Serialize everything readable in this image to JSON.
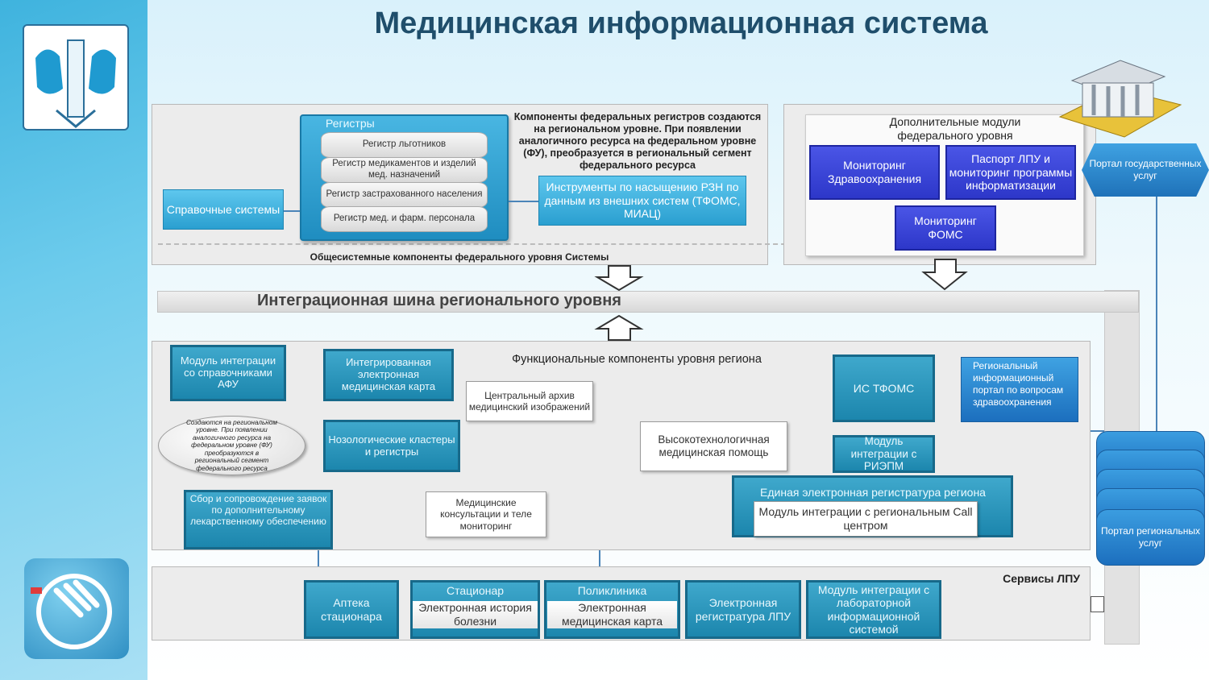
{
  "title": "Медицинская информационная система",
  "federal": {
    "registers_label": "Регистры",
    "registers": [
      "Регистр льготников",
      "Регистр медикаментов и изделий мед. назначений",
      "Регистр застрахованного населения",
      "Регистр мед. и фарм. персонала"
    ],
    "reference_systems": "Справочные системы",
    "note": "Компоненты федеральных регистров создаются на региональном уровне. При появлении аналогичного ресурса на федеральном уровне (ФУ), преобразуется в региональный сегмент федерального ресурса",
    "tools": "Инструменты по насыщению РЗН по данным из внешних систем (ТФОМС, МИАЦ)",
    "footer": "Общесистемные компоненты федерального уровня Системы"
  },
  "additional": {
    "title": "Дополнительные модули федерального уровня",
    "monitoring_health": "Мониторинг Здравоохранения",
    "passport": "Паспорт ЛПУ и мониторинг программы информатизации",
    "monitoring_foms": "Мониторинг ФОМС"
  },
  "portal_state": "Портал государственных услуг",
  "portal_regional": "Портал региональных услуг",
  "bus": "Интеграционная шина регионального уровня",
  "regional": {
    "title": "Функциональные компоненты уровня региона",
    "afu_module": "Модуль интеграции со справочниками АФУ",
    "emk": "Интегрированная электронная медицинская карта",
    "archive": "Центральный архив медицинский изображений",
    "note": "Создаются на региональном уровне. При появлении аналогичного ресурса на федеральном уровне (ФУ) преобразуются в региональный сегмент федерального ресурса",
    "nozo": "Нозологические кластеры и регистры",
    "high_tech": "Высокотехнологичная медицинская помощь",
    "ris_tfoms": "ИС ТФОМС",
    "portal": "Региональный информационный портал по вопросам здравоохранения",
    "riemp": "Модуль интеграции с РИЭПМ",
    "drugs": "Сбор и сопровождение заявок по дополнительному лекарственному обеспечению",
    "consult": "Медицинские консультации и теле мониторинг",
    "registry": "Единая электронная регистратура региона",
    "call_center": "Модуль интеграции с региональным Call центром"
  },
  "lpu": {
    "title": "Сервисы ЛПУ",
    "pharmacy": "Аптека стационара",
    "hospital": "Стационар",
    "hospital_sub": "Электронная история болезни",
    "clinic": "Поликлиника",
    "clinic_sub": "Электронная медицинская карта",
    "e_registry": "Электронная регистратура ЛПУ",
    "lab": "Модуль интеграции с лабораторной информационной системой"
  },
  "colors": {
    "teal": "#1c86ad",
    "blue": "#2d37c9",
    "title": "#1f4e6b"
  }
}
